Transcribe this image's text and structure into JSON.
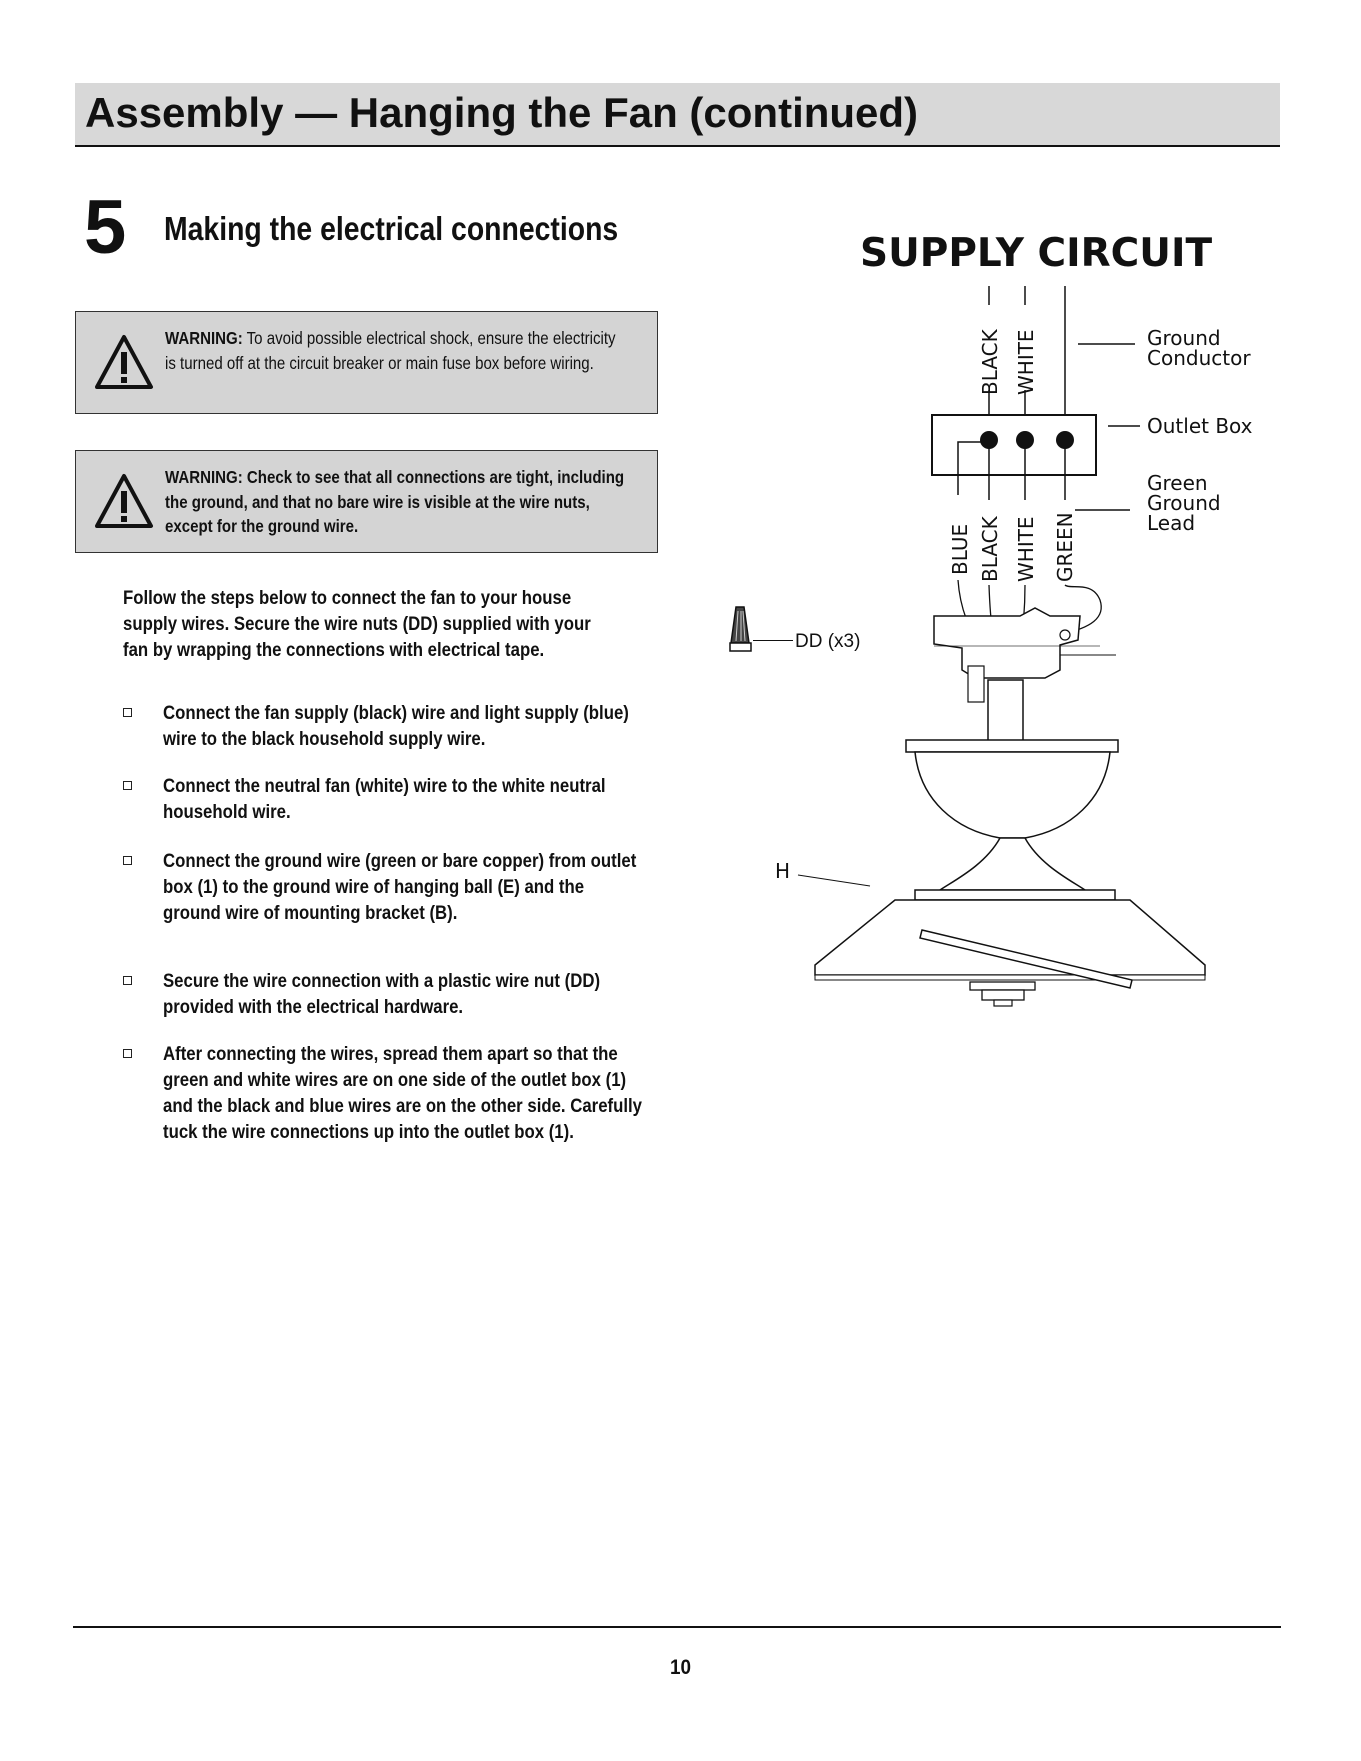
{
  "header": {
    "title": "Assembly — Hanging the Fan (continued)"
  },
  "step": {
    "number": "5",
    "title": "Making the electrical connections"
  },
  "warnings": [
    {
      "label": "WARNING:",
      "text": " To avoid possible electrical shock, ensure the electricity is turned off at the circuit  breaker or main fuse box before wiring."
    },
    {
      "label": "WARNING:",
      "text": " Check to see that all connections are tight, including the ground, and that no bare wire is visible at the wire nuts, except for the ground wire."
    }
  ],
  "intro": "Follow the steps below to connect the fan to your house supply wires. Secure the wire nuts (DD) supplied with your fan by wrapping the connections with electrical tape.",
  "steps": [
    "Connect the fan supply (black) wire and light supply (blue) wire to the black household supply wire.",
    "Connect the neutral fan (white) wire to the white neutral household wire.",
    "Connect the ground wire (green or bare copper) from outlet box (1) to the ground wire of hanging ball (E) and the ground wire of mounting bracket (B).",
    "Secure the wire connection with a plastic wire nut (DD) provided with the electrical hardware.",
    "After connecting the wires, spread them apart so that the green and white wires are on one side of the outlet box (1) and the black and blue wires are on the other side. Carefully tuck the wire connections up into the outlet box (1)."
  ],
  "diagram": {
    "title": "SUPPLY CIRCUIT",
    "supply_wires": [
      "BLACK",
      "WHITE"
    ],
    "fan_wires": [
      "BLUE",
      "BLACK",
      "WHITE",
      "GREEN"
    ],
    "ground_conductor": "Ground\nConductor",
    "ground_conductor_l1": "Ground",
    "ground_conductor_l2": "Conductor",
    "outlet_box": "Outlet Box",
    "green_ground_l1": "Green",
    "green_ground_l2": "Ground",
    "green_ground_l3": "Lead",
    "wire_nut": "DD (x3)",
    "canopy": "H"
  },
  "footer": {
    "page_number": "10"
  },
  "colors": {
    "header_bg": "#d8d8d8",
    "warning_bg": "#d4d4d4",
    "text": "#111111"
  },
  "icons": [
    "warning-triangle-icon",
    "checkbox-icon",
    "wire-nut-icon"
  ]
}
